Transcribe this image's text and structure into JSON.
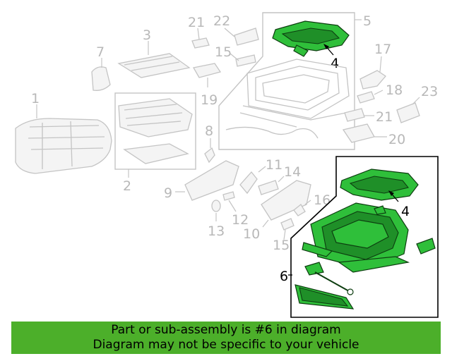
{
  "callouts": {
    "c1": "1",
    "c2": "2",
    "c3": "3",
    "c4a": "4",
    "c4b": "4",
    "c5": "5",
    "c6": "6",
    "c7": "7",
    "c8": "8",
    "c9": "9",
    "c10": "10",
    "c11": "11",
    "c12": "12",
    "c13": "13",
    "c14": "14",
    "c15a": "15",
    "c15b": "15",
    "c16": "16",
    "c17": "17",
    "c18": "18",
    "c19": "19",
    "c20": "20",
    "c21a": "21",
    "c21b": "21",
    "c22": "22",
    "c23": "23"
  },
  "banner": {
    "line1": "Part or sub-assembly is #6 in diagram",
    "line2": "Diagram may not be specific to your vehicle",
    "color": "#4caf2a"
  },
  "highlight_color": "#2fbf3a"
}
